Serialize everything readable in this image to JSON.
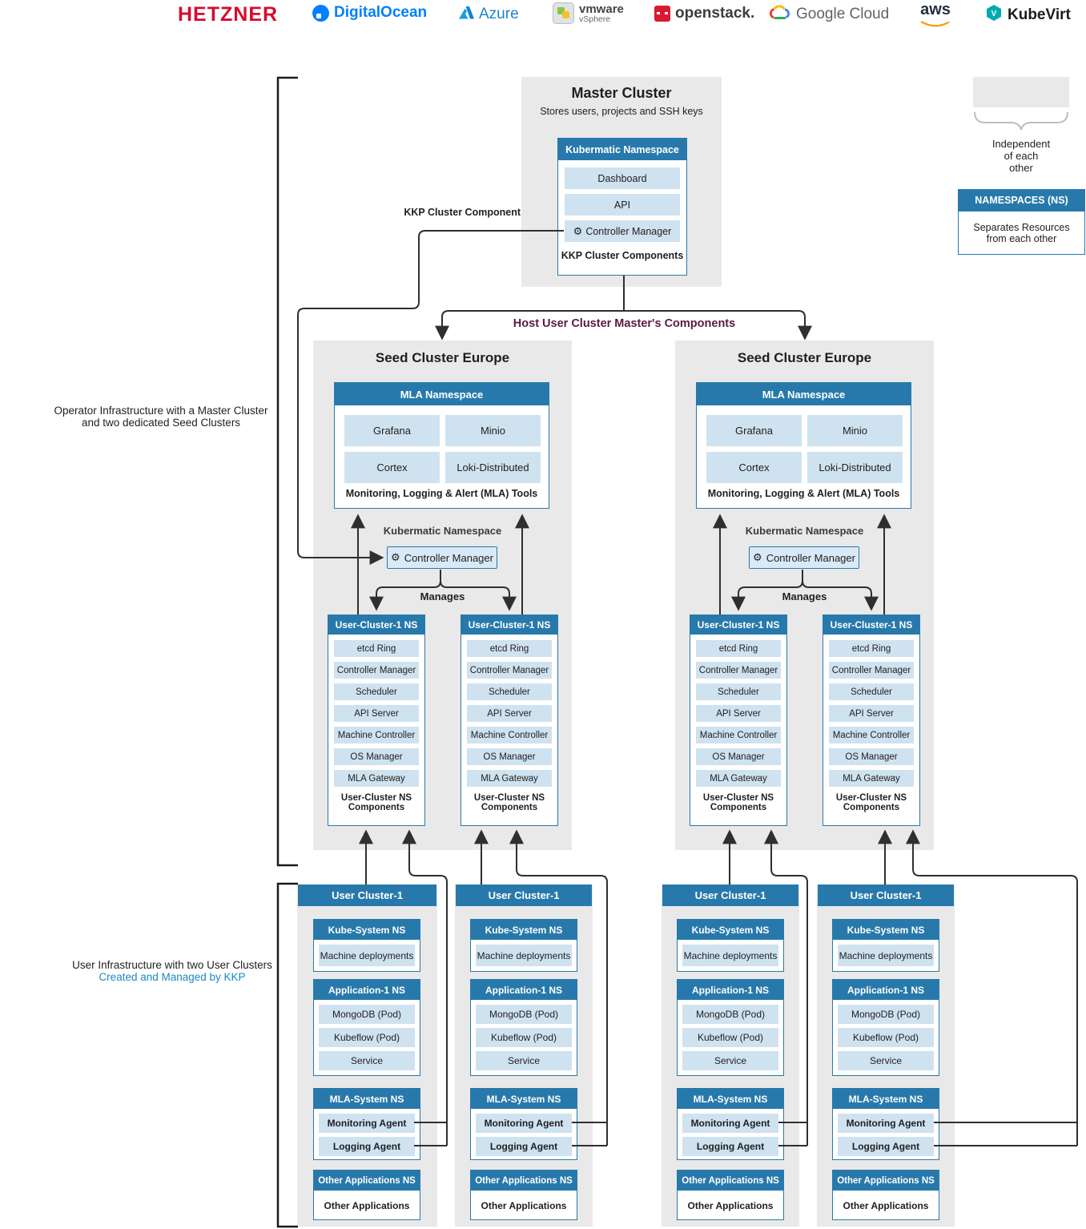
{
  "icons": {
    "gear": "⚙"
  },
  "colors": {
    "header_blue": "#2879ab",
    "item_blue": "#cfe2f0",
    "panel_gray": "#e9e9e9",
    "accent_maroon": "#5c1a3e",
    "link_blue": "#1b87c6",
    "hetzner_red": "#d50c2e",
    "line": "#2f2f2f"
  },
  "logo_bar": {
    "items": [
      {
        "name": "hetzner",
        "label": "HETZNER"
      },
      {
        "name": "digitalocean",
        "label": "DigitalOcean"
      },
      {
        "name": "azure",
        "label": "Azure"
      },
      {
        "name": "vmware-vsphere",
        "label": "vmware",
        "sublabel": "vSphere"
      },
      {
        "name": "openstack",
        "label": "openstack."
      },
      {
        "name": "google-cloud",
        "label": "Google Cloud"
      },
      {
        "name": "aws",
        "label": "aws"
      },
      {
        "name": "kubevirt",
        "label": "KubeVirt"
      }
    ]
  },
  "master": {
    "title": "Master Cluster",
    "subtitle": "Stores users, projects and SSH keys",
    "namespace_header": "Kubermatic Namespace",
    "items": [
      "Dashboard",
      "API",
      "Controller Manager"
    ],
    "footer": "KKP Cluster Components"
  },
  "legend": {
    "independent": "Independent\nof each\nother",
    "namespaces_header": "NAMESPACES (NS)",
    "namespaces_body": "Separates Resources\nfrom each other"
  },
  "annotations": {
    "kkp_cluster_component": "KKP Cluster Component",
    "host_components": "Host User Cluster Master's Components",
    "operator_infrastructure": "Operator Infrastructure with a Master Cluster\nand two dedicated Seed Clusters",
    "user_infrastructure": "User Infrastructure with two User Clusters",
    "user_infrastructure_sub": "Created and Managed by KKP"
  },
  "seed": {
    "title": "Seed Cluster Europe",
    "mla_header": "MLA Namespace",
    "mla_items": [
      "Grafana",
      "Minio",
      "Cortex",
      "Loki-Distributed"
    ],
    "mla_footer": "Monitoring, Logging & Alert (MLA) Tools",
    "kubermatic_namespace_label": "Kubermatic Namespace",
    "controller_manager": "Controller Manager",
    "manages_label": "Manages",
    "ns_header": "User-Cluster-1 NS",
    "ns_items": [
      "etcd Ring",
      "Controller Manager",
      "Scheduler",
      "API Server",
      "Machine Controller",
      "OS Manager",
      "MLA Gateway"
    ],
    "ns_footer": "User-Cluster NS Components"
  },
  "user_cluster": {
    "header": "User Cluster-1",
    "kube_system": {
      "header": "Kube-System NS",
      "items": [
        "Machine deployments"
      ]
    },
    "application": {
      "header": "Application-1 NS",
      "items": [
        "MongoDB (Pod)",
        "Kubeflow (Pod)",
        "Service"
      ]
    },
    "mla_system": {
      "header": "MLA-System NS",
      "items": [
        "Monitoring Agent",
        "Logging Agent"
      ]
    },
    "other": {
      "header": "Other Applications NS",
      "items": [
        "Other Applications"
      ]
    }
  }
}
